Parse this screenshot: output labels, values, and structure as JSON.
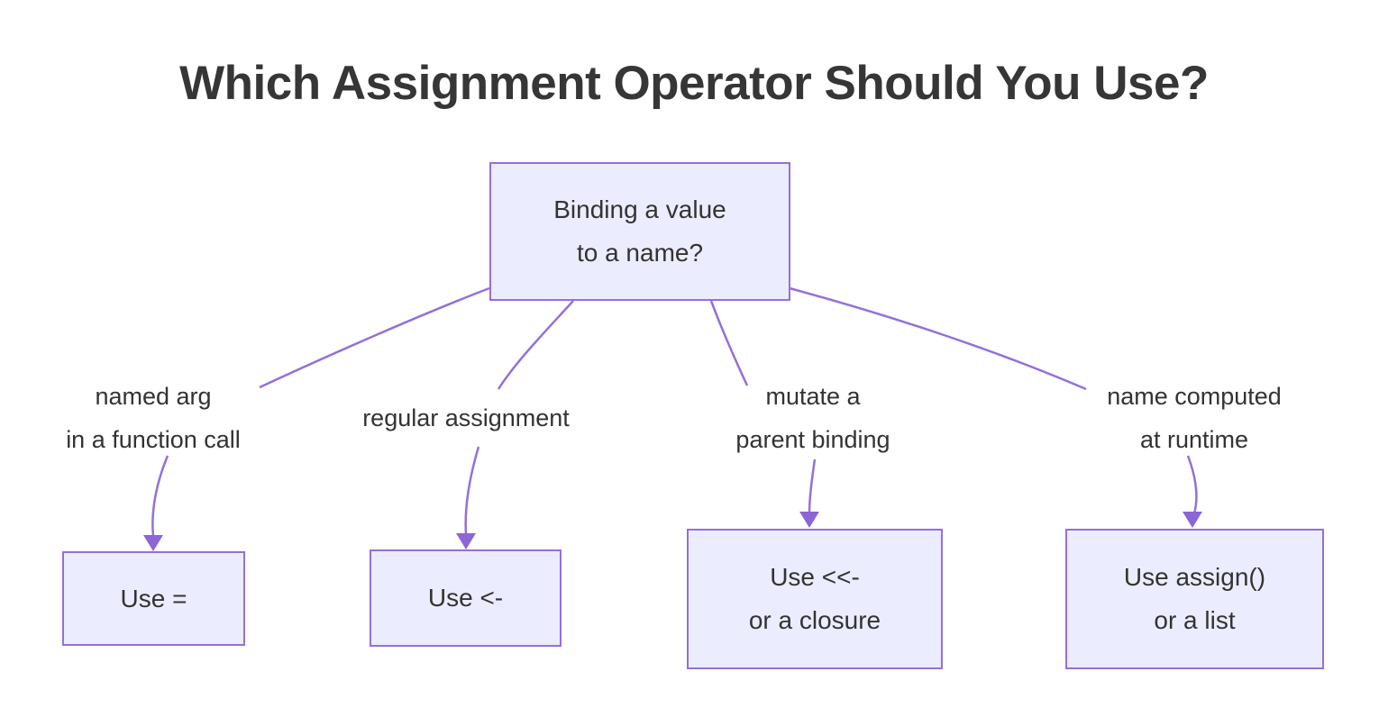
{
  "title": "Which Assignment Operator Should You Use?",
  "colors": {
    "background": "#ffffff",
    "node_fill": "#ECECFF",
    "node_border": "#9370DB",
    "edge_line": "#9370DB",
    "arrowhead": "#8C66D4",
    "text": "#333333"
  },
  "flowchart": {
    "type": "decision-tree",
    "root": {
      "lines": [
        "Binding a value",
        "to a name?"
      ]
    },
    "branches": [
      {
        "condition_lines": [
          "named arg",
          "in a function call"
        ],
        "node_lines": [
          "Use ="
        ]
      },
      {
        "condition_lines": [
          "regular assignment"
        ],
        "node_lines": [
          "Use <-"
        ]
      },
      {
        "condition_lines": [
          "mutate a",
          "parent binding"
        ],
        "node_lines": [
          "Use <<-",
          "or a closure"
        ]
      },
      {
        "condition_lines": [
          "name computed",
          "at runtime"
        ],
        "node_lines": [
          "Use assign()",
          "or a list"
        ]
      }
    ]
  }
}
